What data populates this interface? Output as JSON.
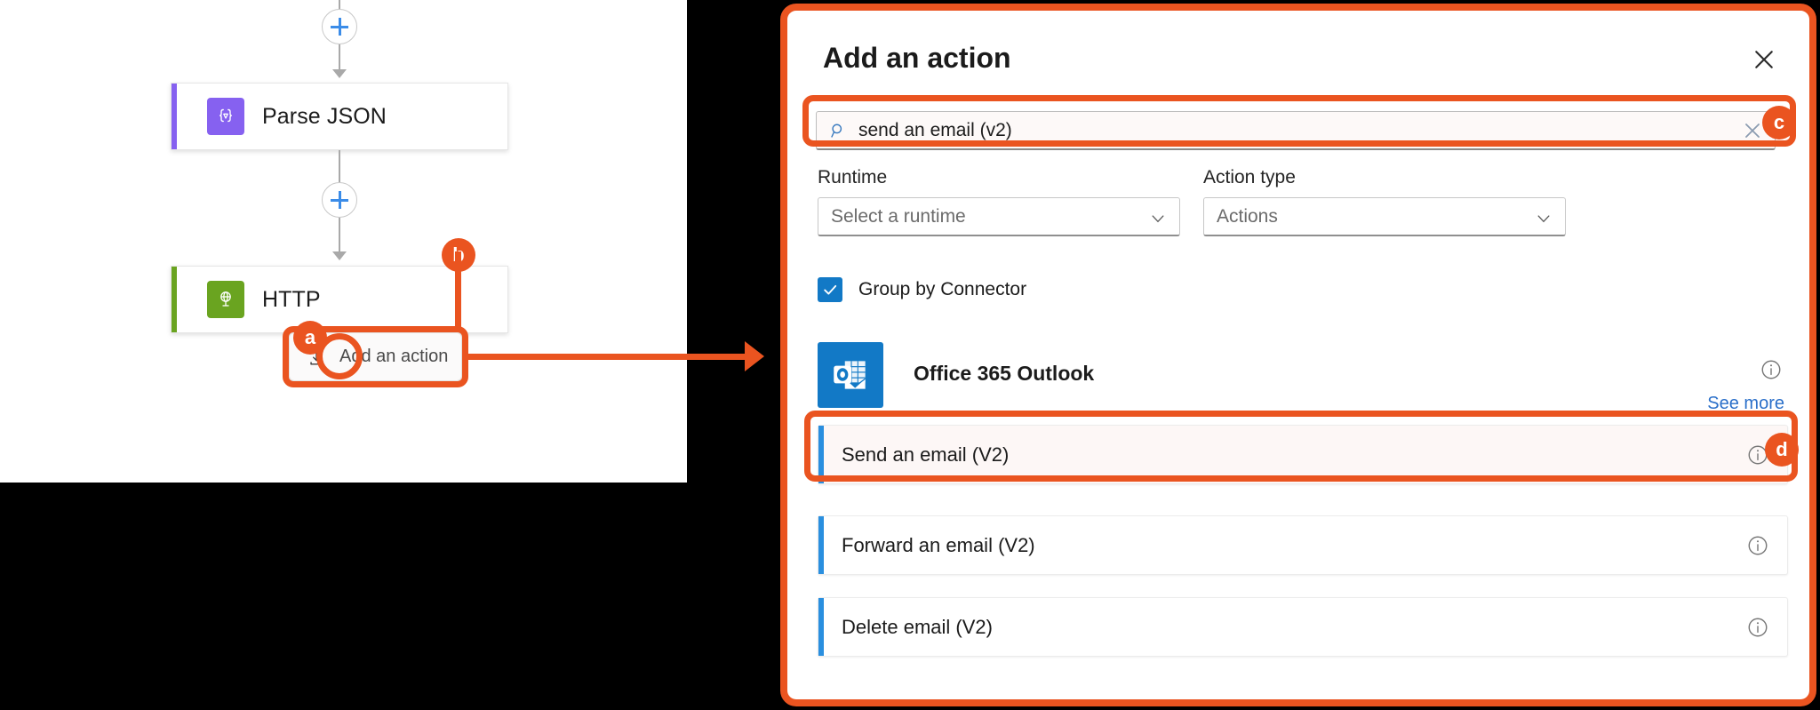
{
  "designer": {
    "nodes": [
      {
        "label": "Parse JSON",
        "icon": "parse-json-icon",
        "stripe_color": "#8661f0",
        "icon_bg": "#8661f0"
      },
      {
        "label": "HTTP",
        "icon": "http-globe-icon",
        "stripe_color": "#6aa420",
        "icon_bg": "#6aa420"
      }
    ],
    "add_plus_icon": "plus-icon",
    "add_action_pill": {
      "label": "Add an action",
      "icon": "insert-action-icon"
    }
  },
  "callouts": [
    {
      "id": "a",
      "label": "a"
    },
    {
      "id": "b",
      "label": "b"
    },
    {
      "id": "c",
      "label": "c"
    },
    {
      "id": "d",
      "label": "d"
    }
  ],
  "panel": {
    "title": "Add an action",
    "close_icon": "close-icon",
    "search": {
      "icon": "search-icon",
      "value": "send an email (v2)",
      "placeholder": "Search",
      "clear_icon": "clear-icon"
    },
    "filters": [
      {
        "label": "Runtime",
        "value": "Select a runtime",
        "chevron_icon": "chevron-down-icon"
      },
      {
        "label": "Action type",
        "value": "Actions",
        "chevron_icon": "chevron-down-icon"
      }
    ],
    "group_by_connector": {
      "label": "Group by Connector",
      "checked": true,
      "check_icon": "checkmark-icon"
    },
    "connector": {
      "name": "Office 365 Outlook",
      "icon": "office365-outlook-icon",
      "info_icon": "info-icon",
      "see_more_label": "See more"
    },
    "results": [
      {
        "label": "Send an email (V2)",
        "selected": true,
        "info_icon": "info-icon"
      },
      {
        "label": "Forward an email (V2)",
        "selected": false,
        "info_icon": "info-icon"
      },
      {
        "label": "Delete email (V2)",
        "selected": false,
        "info_icon": "info-icon"
      }
    ]
  },
  "colors": {
    "accent_orange": "#ea5420",
    "link_blue": "#2a6fc9",
    "stripe_blue": "#2a8fdf",
    "checkbox_blue": "#1279c6",
    "parse_json_purple": "#8661f0",
    "http_green": "#6aa420"
  }
}
